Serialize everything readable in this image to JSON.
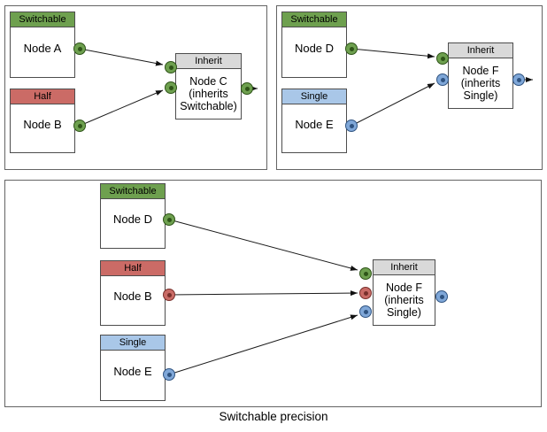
{
  "caption": "Switchable precision",
  "colors": {
    "switchable_green": "#6EA04F",
    "half_red": "#CB6B66",
    "single_blue": "#A9C7E8",
    "inherit_gray": "#D9D9D9",
    "port_green": "#6EA04F",
    "port_red": "#C96B66",
    "port_blue": "#7FA7D8",
    "node_border": "#4d4d4d",
    "panel_border": "#646464"
  },
  "panels": [
    {
      "name": "inherit-switchable-example",
      "nodes": [
        {
          "type": "Switchable",
          "label": "Node A"
        },
        {
          "type": "Half",
          "label": "Node B"
        },
        {
          "type": "Inherit",
          "label": "Node C",
          "lines": [
            "Node C",
            "(inherits",
            "Switchable)"
          ]
        }
      ],
      "edges": [
        "Node A -> Node C",
        "Node B -> Node C",
        "Node C -> out"
      ]
    },
    {
      "name": "inherit-single-example",
      "nodes": [
        {
          "type": "Switchable",
          "label": "Node D"
        },
        {
          "type": "Single",
          "label": "Node E"
        },
        {
          "type": "Inherit",
          "label": "Node F",
          "lines": [
            "Node F",
            "(inherits",
            "Single)"
          ]
        }
      ],
      "edges": [
        "Node D -> Node F",
        "Node E -> Node F",
        "Node F -> out"
      ]
    },
    {
      "name": "combined-example",
      "nodes": [
        {
          "type": "Switchable",
          "label": "Node D"
        },
        {
          "type": "Half",
          "label": "Node B"
        },
        {
          "type": "Single",
          "label": "Node E"
        },
        {
          "type": "Inherit",
          "label": "Node F",
          "lines": [
            "Node F",
            "(inherits",
            "Single)"
          ]
        }
      ],
      "edges": [
        "Node D -> Node F",
        "Node B -> Node F",
        "Node E -> Node F"
      ]
    }
  ]
}
